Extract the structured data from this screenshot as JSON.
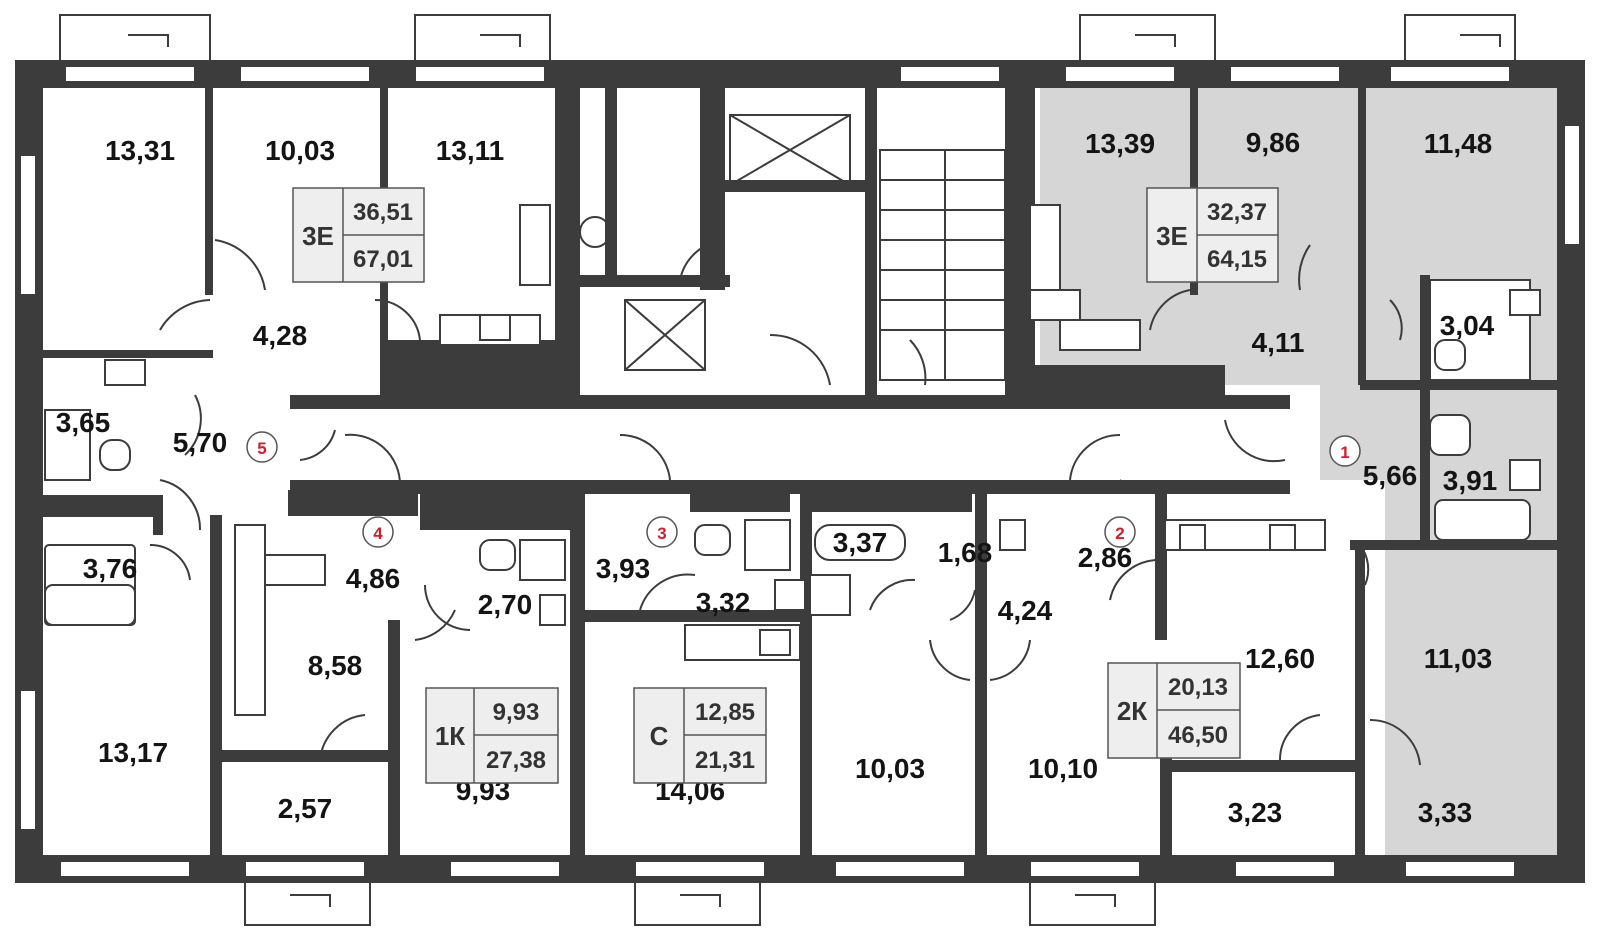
{
  "colors": {
    "wall": "#3c3c3c",
    "shade": "#d6d6d6",
    "badge_bg": "#eeeeee",
    "apt_number": "#d21e2b"
  },
  "rooms": {
    "r1": "13,31",
    "r2": "10,03",
    "r3": "13,11",
    "r4": "4,28",
    "r5": "3,65",
    "r6": "5,70",
    "r7": "3,76",
    "r8": "13,17",
    "r9": "4,86",
    "r10": "8,58",
    "r11": "2,70",
    "r12": "2,57",
    "r13": "9,93",
    "r14": "3,93",
    "r15": "3,32",
    "r16": "14,06",
    "r17": "3,37",
    "r18": "1,68",
    "r19": "2,86",
    "r20": "4,24",
    "r21": "10,03",
    "r22": "10,10",
    "r23": "12,60",
    "r24": "3,23",
    "r25": "13,39",
    "r26": "9,86",
    "r27": "11,48",
    "r28": "4,11",
    "r29": "3,04",
    "r30": "5,66",
    "r31": "3,91",
    "r32": "11,03",
    "r33": "3,33"
  },
  "apartments": {
    "a1": "1",
    "a2": "2",
    "a3": "3",
    "a4": "4",
    "a5": "5"
  },
  "badges": {
    "b1": {
      "type": "3Е",
      "living": "36,51",
      "total": "67,01"
    },
    "b2": {
      "type": "3Е",
      "living": "32,37",
      "total": "64,15"
    },
    "b3": {
      "type": "1К",
      "living": "9,93",
      "total": "27,38"
    },
    "b4": {
      "type": "С",
      "living": "12,85",
      "total": "21,31"
    },
    "b5": {
      "type": "2К",
      "living": "20,13",
      "total": "46,50"
    }
  }
}
